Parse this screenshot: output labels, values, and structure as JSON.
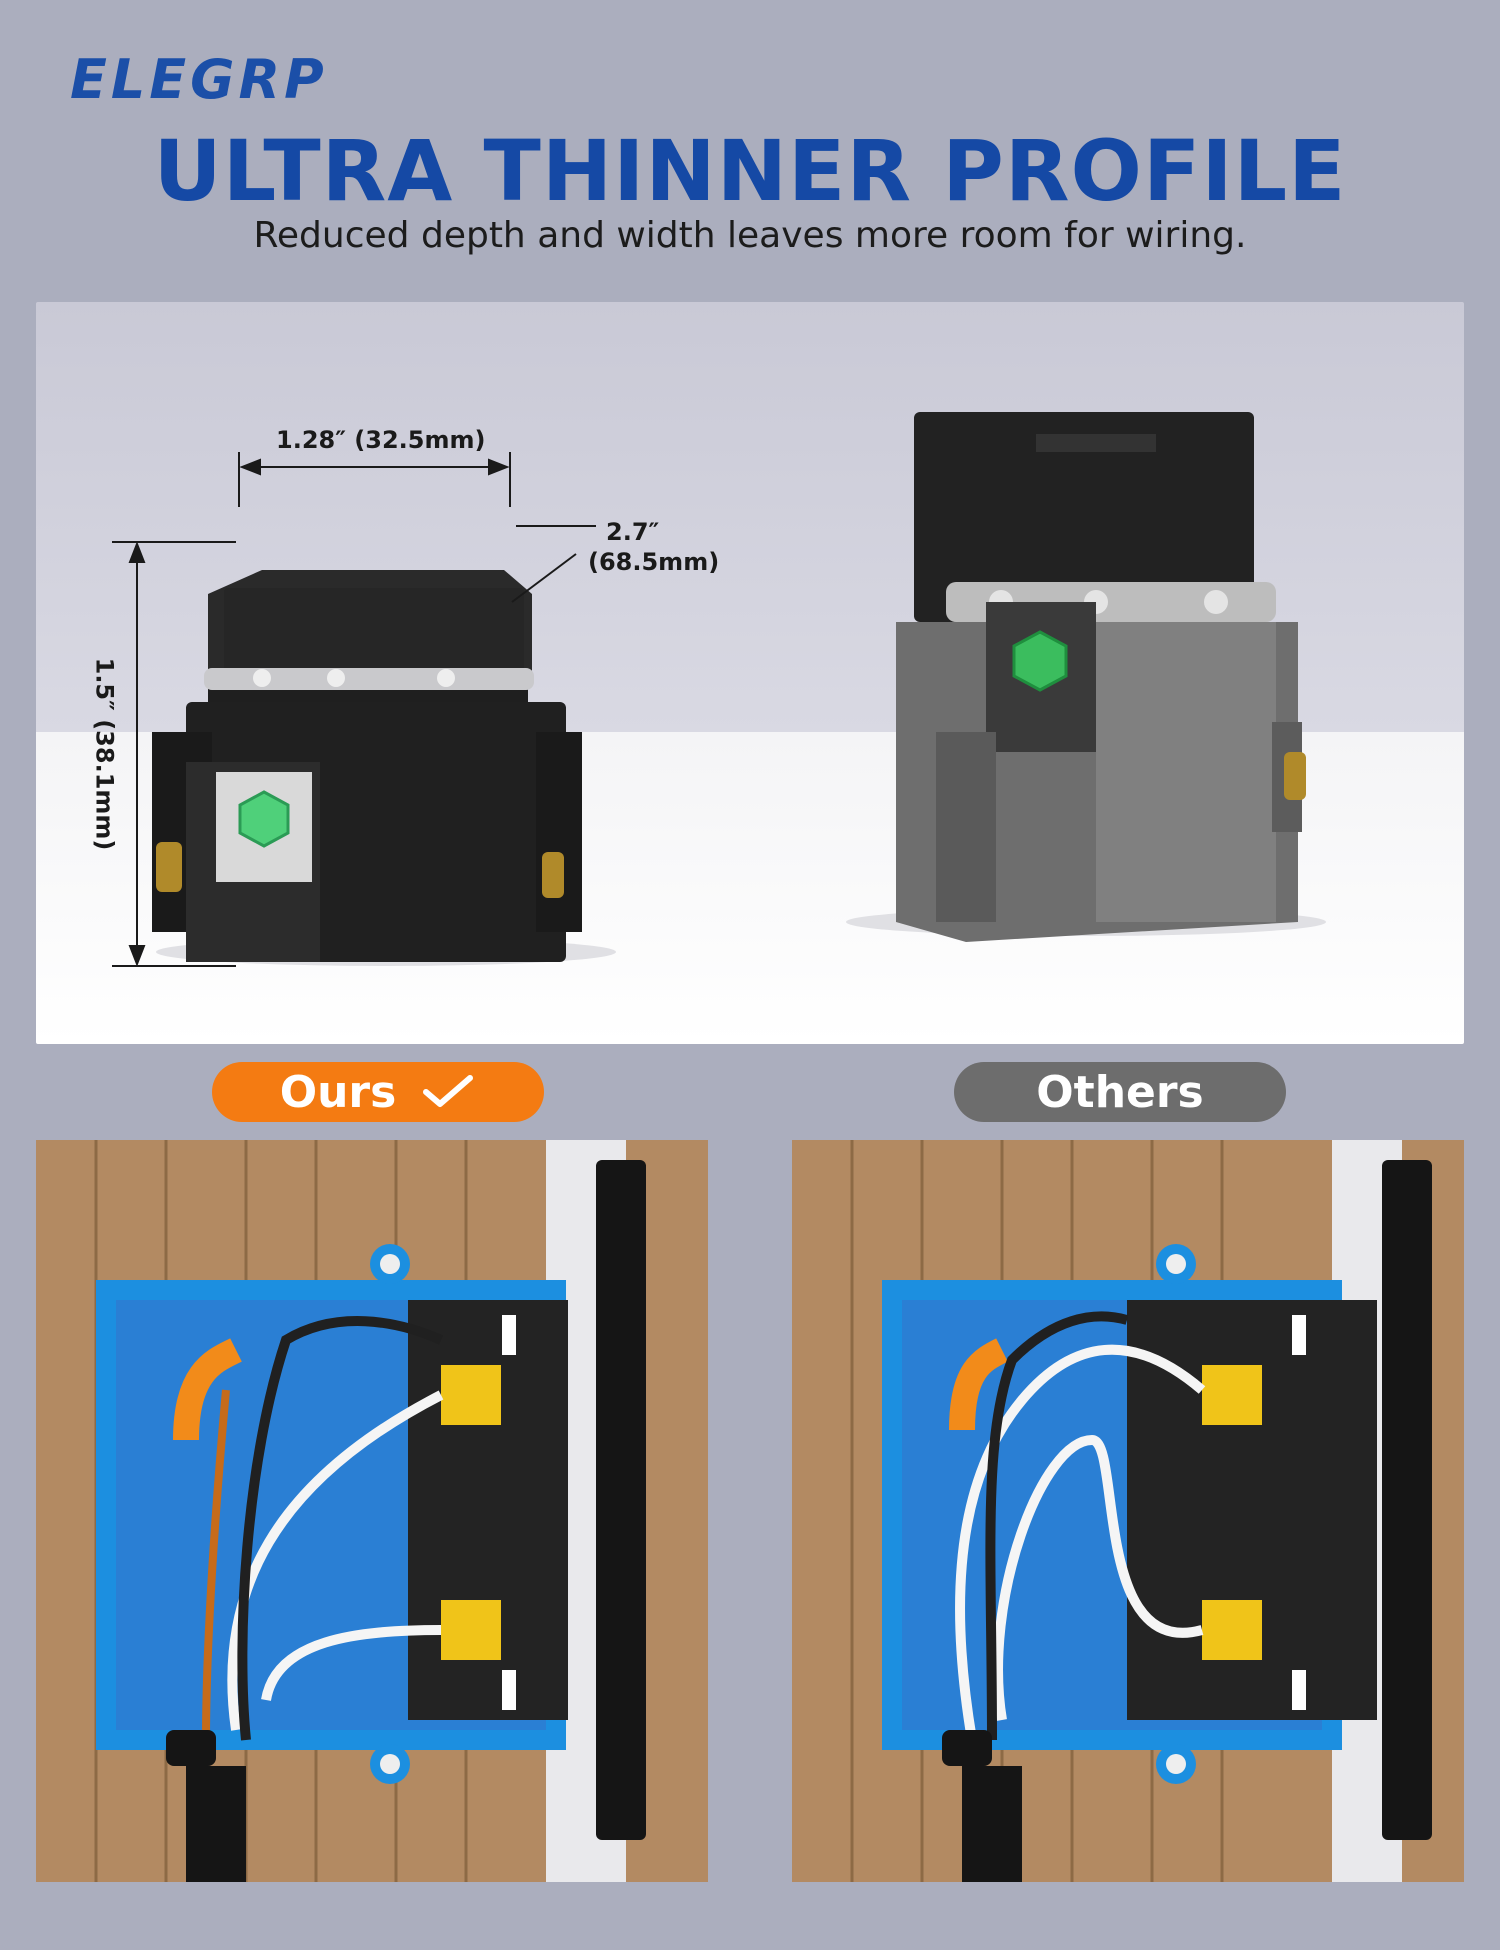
{
  "brand": {
    "logo_text": "ELEGRP"
  },
  "headline": "ULTRA THINNER PROFILE",
  "subheadline": "Reduced depth and width leaves more room for wiring.",
  "dimensions": {
    "width_label": "1.28″ (32.5mm)",
    "depth_label_inch": "2.7″",
    "depth_label_mm": "(68.5mm)",
    "height_label": "1.5″ (38.1mm)"
  },
  "labels": {
    "ours": "Ours",
    "others": "Others"
  },
  "colors": {
    "background": "#abaebe",
    "brand_blue": "#1549a5",
    "ours_orange": "#f47b12",
    "others_gray": "#6d6d6d",
    "box_blue": "#1c8fe0"
  },
  "icons": {
    "ours_badge": "checkmark-icon"
  }
}
